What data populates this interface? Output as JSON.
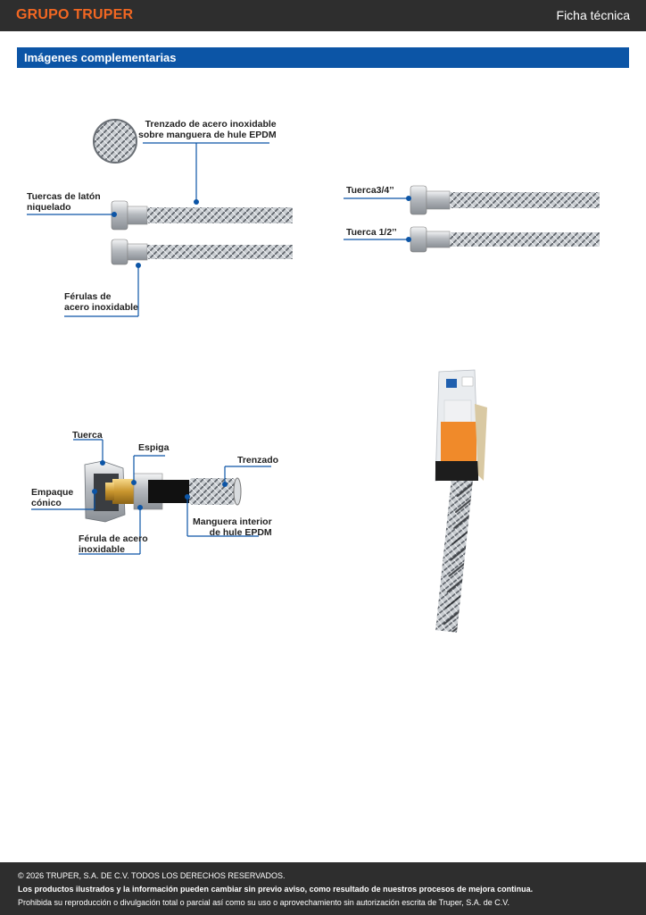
{
  "header": {
    "brand": "GRUPO TRUPER",
    "doc_type": "Ficha técnica",
    "colors": {
      "bar": "#2e2e2e",
      "brand": "#f26722"
    }
  },
  "section": {
    "title": "Imágenes complementarias",
    "color": "#0c55a6"
  },
  "figure1": {
    "callout_braid": [
      "Trenzado de acero inoxidable",
      "sobre manguera de hule EPDM"
    ],
    "callout_nut": [
      "Tuercas de latón",
      "niquelado"
    ],
    "callout_ferrule": [
      "Férulas de",
      "acero inoxidable"
    ]
  },
  "figure2": {
    "callout_34": "Tuerca3/4’’",
    "callout_12": "Tuerca 1/2’’"
  },
  "figure3": {
    "tuerca": "Tuerca",
    "espiga": "Espiga",
    "trenzado": "Trenzado",
    "empaque": [
      "Empaque",
      "cónico"
    ],
    "manguera": [
      "Manguera interior",
      "de hule EPDM"
    ],
    "ferula": [
      "Férula de acero",
      "inoxidable"
    ]
  },
  "footer": {
    "line1": "© 2026 TRUPER, S.A. DE C.V. TODOS LOS DERECHOS RESERVADOS.",
    "line2": "Los productos ilustrados y la información pueden cambiar sin previo aviso, como resultado de nuestros procesos de mejora continua.",
    "line3": "Prohibida su reproducción o divulgación total o parcial así como su uso o aprovechamiento sin autorización escrita de Truper, S.A. de C.V."
  }
}
